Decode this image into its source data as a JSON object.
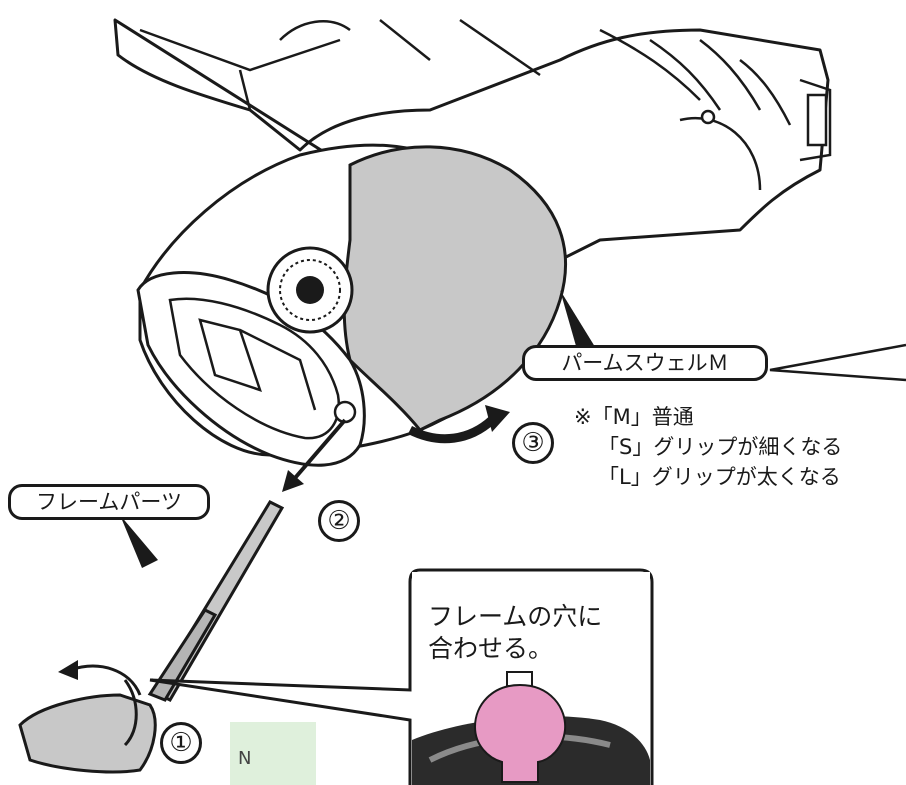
{
  "labels": {
    "palm_swell": "パームスウェルＭ",
    "frame_parts": "フレームパーツ"
  },
  "notes": {
    "line1": "※「M」普通",
    "line2": "「S」グリップが細くなる",
    "line3": "「L」グリップが太くなる"
  },
  "steps": {
    "one": "①",
    "two": "②",
    "three": "③"
  },
  "callout": {
    "line1": "フレームの穴に",
    "line2": "合わせる。"
  },
  "mark": "N",
  "colors": {
    "outline": "#1a1a1a",
    "grip_fill": "#c8c8c8",
    "hole_pink": "#e79ac4",
    "pale_green": "#dff0dc"
  }
}
